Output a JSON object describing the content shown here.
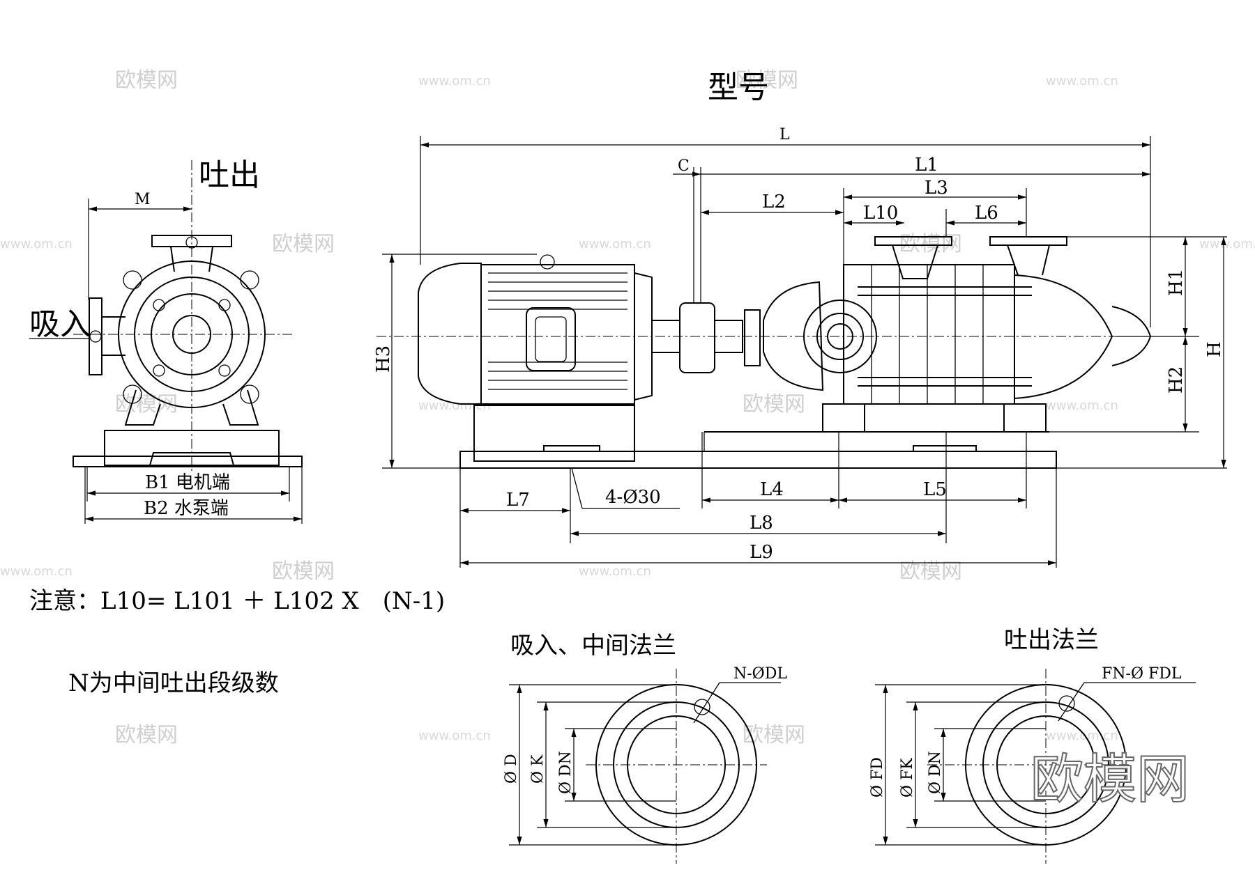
{
  "title": "型号",
  "side_view": {
    "discharge": "吐出",
    "suction": "吸入",
    "dim_m": "M",
    "dim_b1": "B1 电机端",
    "dim_b2": "B2 水泵端"
  },
  "main_view": {
    "dims": {
      "L": "L",
      "L1": "L1",
      "L2": "L2",
      "L3": "L3",
      "L4": "L4",
      "L5": "L5",
      "L6": "L6",
      "L7": "L7",
      "L8": "L8",
      "L9": "L9",
      "L10": "L10",
      "C": "C",
      "H": "H",
      "H1": "H1",
      "H2": "H2",
      "H3": "H3"
    },
    "holes": "4-Ø30"
  },
  "note": "注意：L10= L101 ＋ L102 X　(N-1)",
  "note2": "N为中间吐出段级数",
  "flange_suction": {
    "title": "吸入、中间法兰",
    "holes": "N-ØDL",
    "d": "Ø D",
    "k": "Ø K",
    "dn": "Ø DN"
  },
  "flange_discharge": {
    "title": "吐出法兰",
    "holes": "FN-Ø FDL",
    "fd": "Ø FD",
    "fk": "Ø FK",
    "dn": "Ø DN"
  },
  "watermarks": {
    "brand": "欧模网",
    "url": "www.om.cn"
  }
}
